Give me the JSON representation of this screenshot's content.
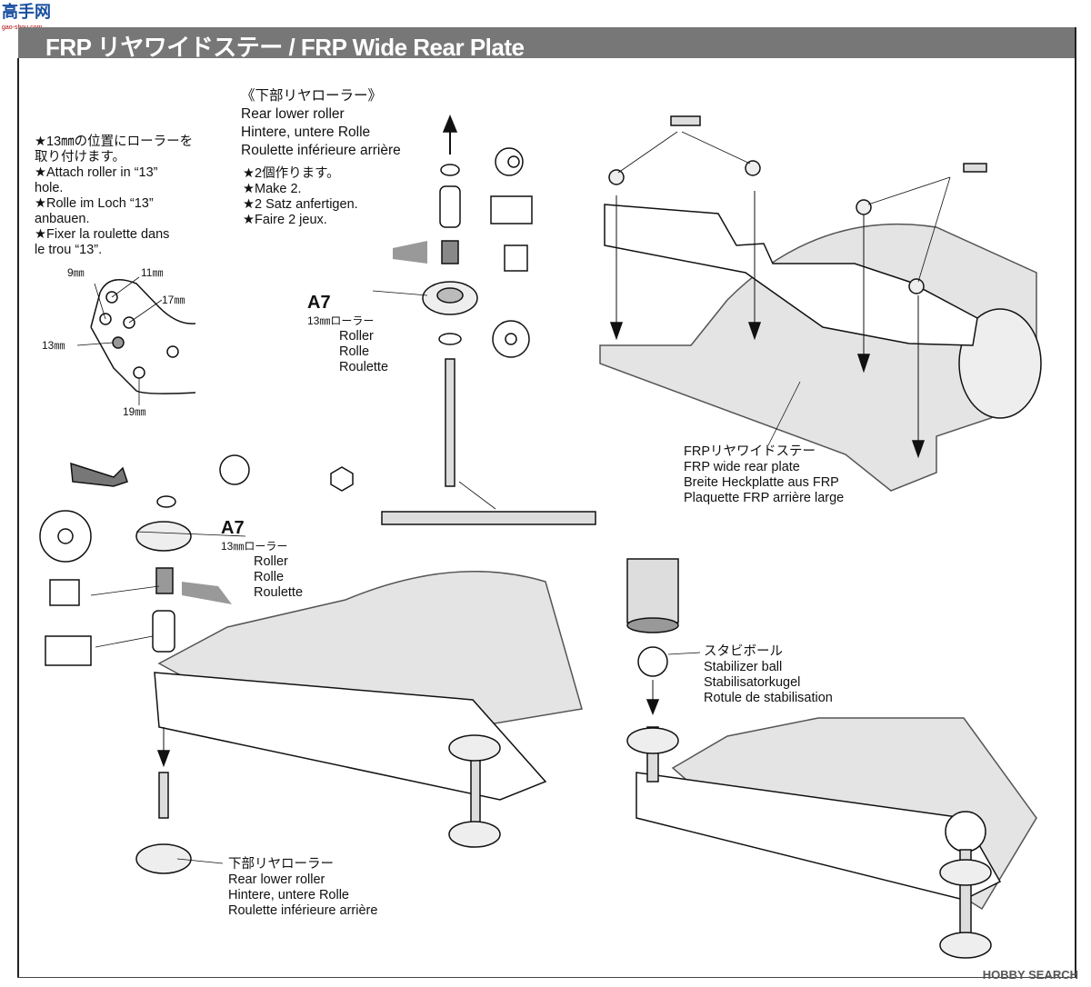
{
  "logo": {
    "text": "高手网",
    "sub": "gao-shou.com"
  },
  "header": {
    "title": "FRP リヤワイドステー / FRP Wide Rear Plate"
  },
  "note_left": {
    "lines": [
      "★13㎜の位置にローラーを",
      "取り付けます。",
      "★Attach roller in “13”",
      "hole.",
      "★Rolle im Loch “13”",
      "anbauen.",
      "★Fixer la roulette dans",
      "le trou “13”."
    ]
  },
  "hole_labels": {
    "h9": "9㎜",
    "h11": "11㎜",
    "h17": "17㎜",
    "h13": "13㎜",
    "h19": "19㎜"
  },
  "rear_lower_roller_top": {
    "lines": [
      "《下部リヤローラー》",
      "Rear lower roller",
      "Hintere, untere Rolle",
      "Roulette inférieure arrière"
    ],
    "make": [
      "★2個作ります。",
      "★Make 2.",
      "★2 Satz anfertigen.",
      "★Faire 2 jeux."
    ]
  },
  "a7_top": {
    "code": "A7",
    "lines": [
      "13㎜ローラー",
      "Roller",
      "Rolle",
      "Roulette"
    ]
  },
  "a7_bottom": {
    "code": "A7",
    "lines": [
      "13㎜ローラー",
      "Roller",
      "Rolle",
      "Roulette"
    ]
  },
  "frp_plate": {
    "lines": [
      "FRPリヤワイドステー",
      "FRP wide rear plate",
      "Breite Heckplatte aus FRP",
      "Plaquette FRP arrière large"
    ]
  },
  "stabilizer": {
    "lines": [
      "スタビボール",
      "Stabilizer ball",
      "Stabilisatorkugel",
      "Rotule de stabilisation"
    ]
  },
  "rear_lower_roller_bottom": {
    "lines": [
      "下部リヤローラー",
      "Rear lower roller",
      "Hintere, untere Rolle",
      "Roulette inférieure arrière"
    ]
  },
  "watermark": "HOBBY SEARCH",
  "colors": {
    "header_bg": "#777777",
    "part_gray": "#dcdcdc",
    "line": "#111111"
  }
}
